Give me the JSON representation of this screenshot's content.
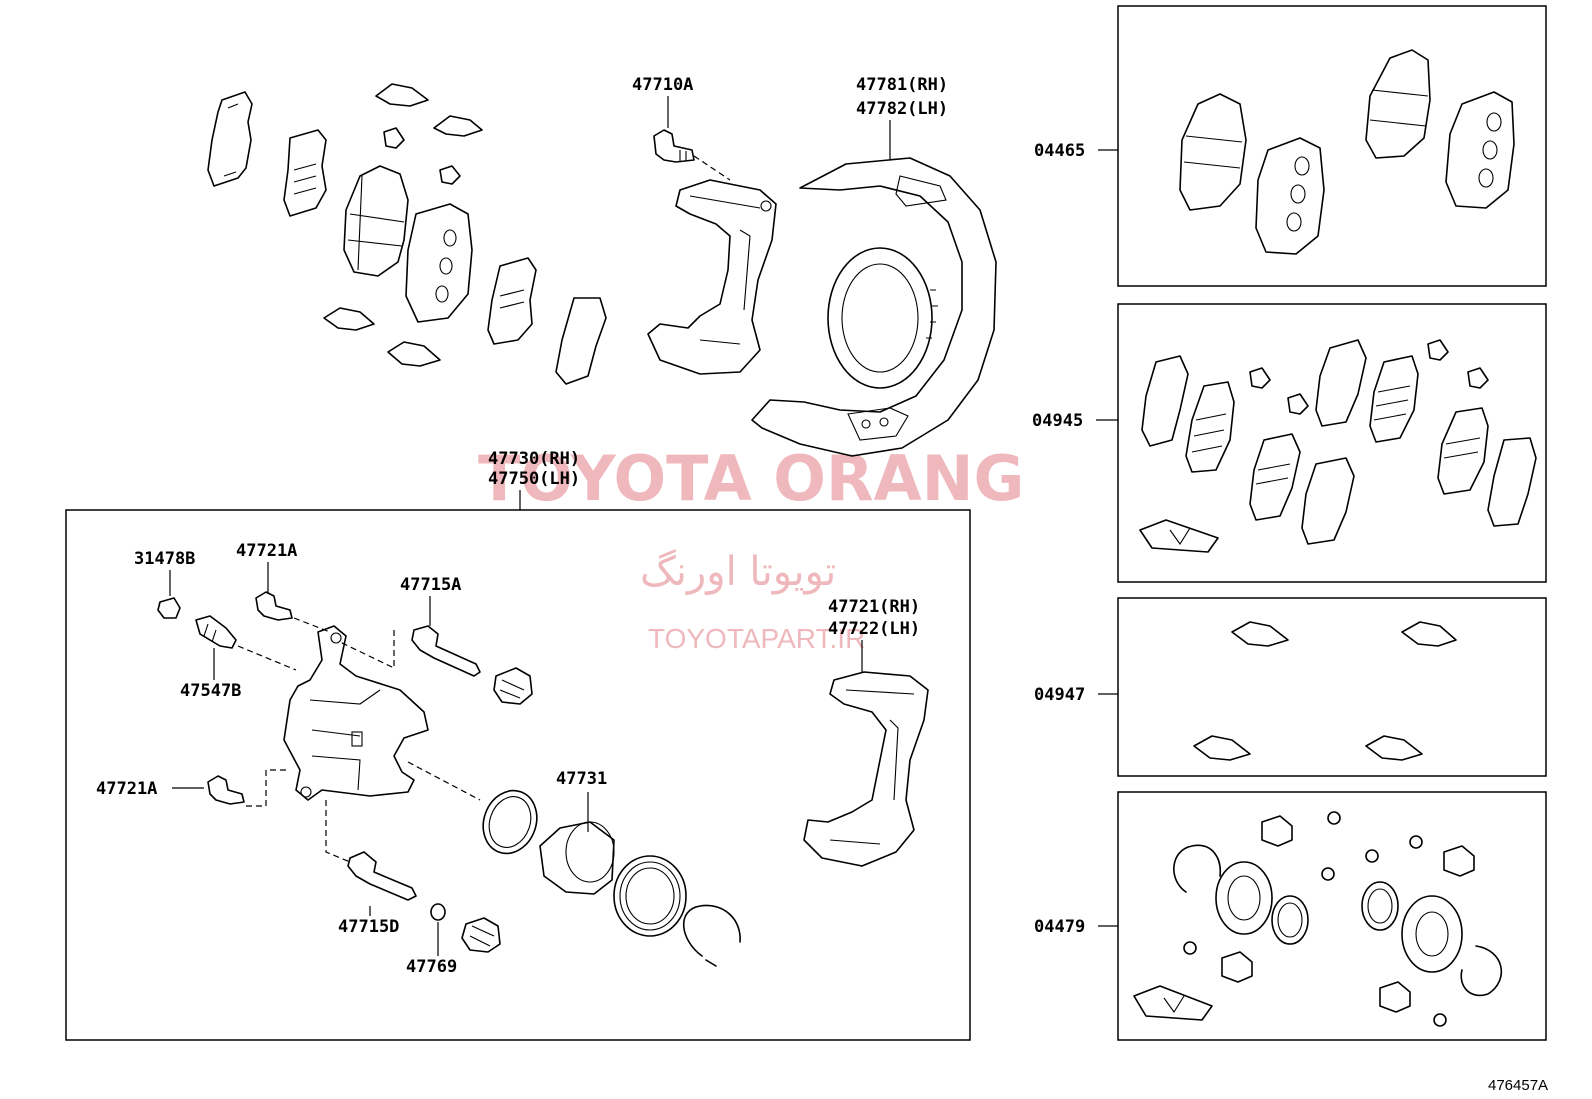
{
  "diagram_id": "476457A",
  "watermark": {
    "title": "TOYOTA ORANG",
    "persian": "تویوتا اورنگ",
    "site": "TOYOTAPART.IR"
  },
  "labels": {
    "p47710A": "47710A",
    "p47781": "47781(RH)",
    "p47782": "47782(LH)",
    "p47730": "47730(RH)",
    "p47750": "47750(LH)",
    "p31478B": "31478B",
    "p47721A_top": "47721A",
    "p47715A": "47715A",
    "p47547B": "47547B",
    "p47721": "47721(RH)",
    "p47722": "47722(LH)",
    "p47721A_bottom": "47721A",
    "p47731": "47731",
    "p47715D": "47715D",
    "p47769": "47769",
    "p04465": "04465",
    "p04945": "04945",
    "p04947": "04947",
    "p04479": "04479"
  }
}
